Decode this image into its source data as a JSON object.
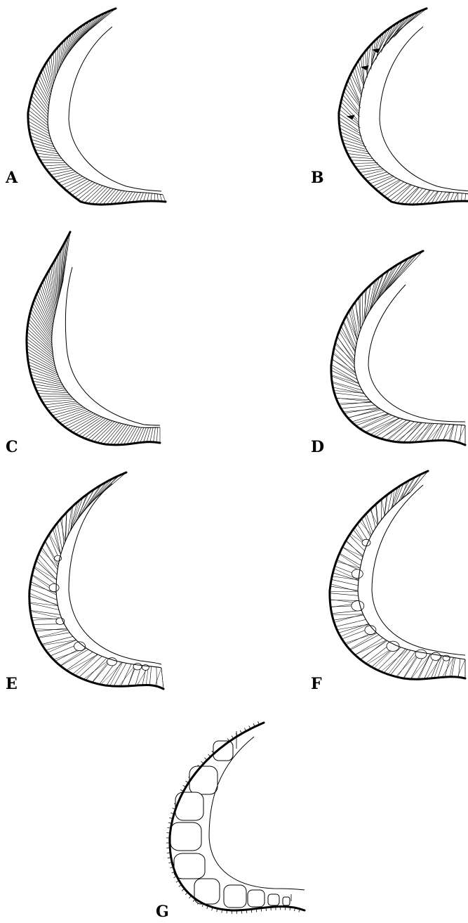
{
  "figure": {
    "panels": [
      {
        "id": "A",
        "label": "A",
        "variant": "narrow-columnar"
      },
      {
        "id": "B",
        "label": "B",
        "variant": "narrow-columnar-with-wedges"
      },
      {
        "id": "C",
        "label": "C",
        "variant": "tall-columnar"
      },
      {
        "id": "D",
        "label": "D",
        "variant": "fan-columnar"
      },
      {
        "id": "E",
        "label": "E",
        "variant": "fan-with-small-lacunae"
      },
      {
        "id": "F",
        "label": "F",
        "variant": "fan-with-lacunae"
      },
      {
        "id": "G",
        "label": "G",
        "variant": "large-chambers"
      }
    ],
    "colors": {
      "ink": "#000000",
      "background": "#ffffff"
    }
  }
}
